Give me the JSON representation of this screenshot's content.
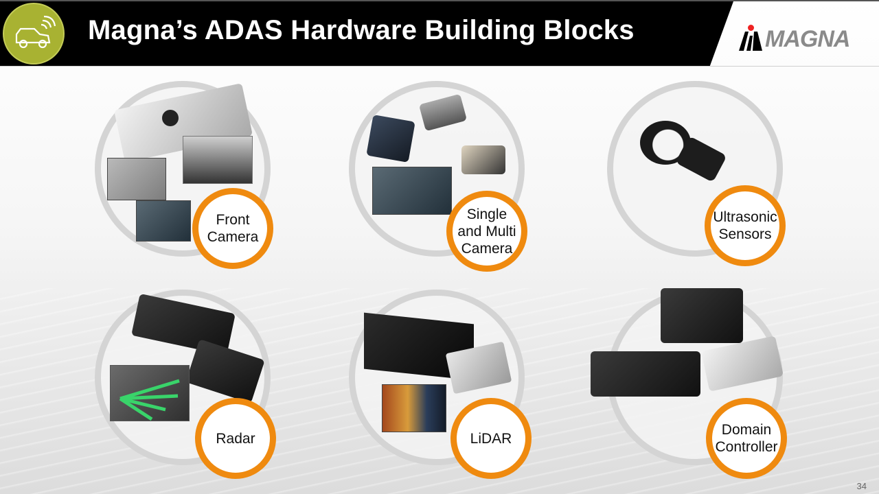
{
  "header": {
    "title": "Magna’s ADAS Hardware Building Blocks",
    "icon": "connected-car-icon",
    "logo_text": "MAGNA"
  },
  "blocks": [
    {
      "label_lines": [
        "Front",
        "Camera"
      ]
    },
    {
      "label_lines": [
        "Single",
        "and Multi",
        "Camera"
      ]
    },
    {
      "label_lines": [
        "Ultrasonic",
        "Sensors"
      ]
    },
    {
      "label_lines": [
        "Radar"
      ]
    },
    {
      "label_lines": [
        "LiDAR"
      ]
    },
    {
      "label_lines": [
        "Domain",
        "Controller"
      ]
    }
  ],
  "footer": {
    "page_number": "34"
  },
  "colors": {
    "accent_orange": "#ef8a0f",
    "badge_green": "#a8b232",
    "ring_gray": "#d4d4d4",
    "header_black": "#000000"
  }
}
